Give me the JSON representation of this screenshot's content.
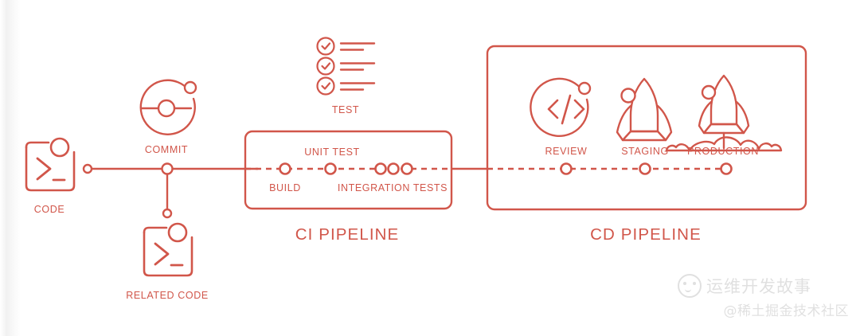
{
  "theme": {
    "stroke": "#d1564a",
    "label": "#d1564a",
    "background": "#ffffff",
    "watermark": "#9a9a9a"
  },
  "nodes": {
    "code": {
      "label": "CODE",
      "icon": "terminal-icon"
    },
    "related_code": {
      "label": "RELATED CODE",
      "icon": "terminal-icon"
    },
    "commit": {
      "label": "COMMIT",
      "icon": "git-commit-icon"
    },
    "test": {
      "label": "TEST",
      "icon": "checklist-icon"
    },
    "review": {
      "label": "REVIEW",
      "icon": "code-brackets-icon"
    },
    "staging": {
      "label": "STAGING",
      "icon": "rocket-icon"
    },
    "production": {
      "label": "PRODUCTION",
      "icon": "rocket-launch-icon"
    }
  },
  "ci_pipeline": {
    "title": "CI PIPELINE",
    "stages_above": [
      "UNIT TEST"
    ],
    "stages_below": [
      "BUILD",
      "INTEGRATION TESTS"
    ],
    "node_count": 5
  },
  "cd_pipeline": {
    "title": "CD PIPELINE",
    "stages": [
      "REVIEW",
      "STAGING",
      "PRODUCTION"
    ],
    "node_count": 3
  },
  "watermark": {
    "name": "运维开发故事",
    "handle": "@稀土掘金技术社区"
  }
}
